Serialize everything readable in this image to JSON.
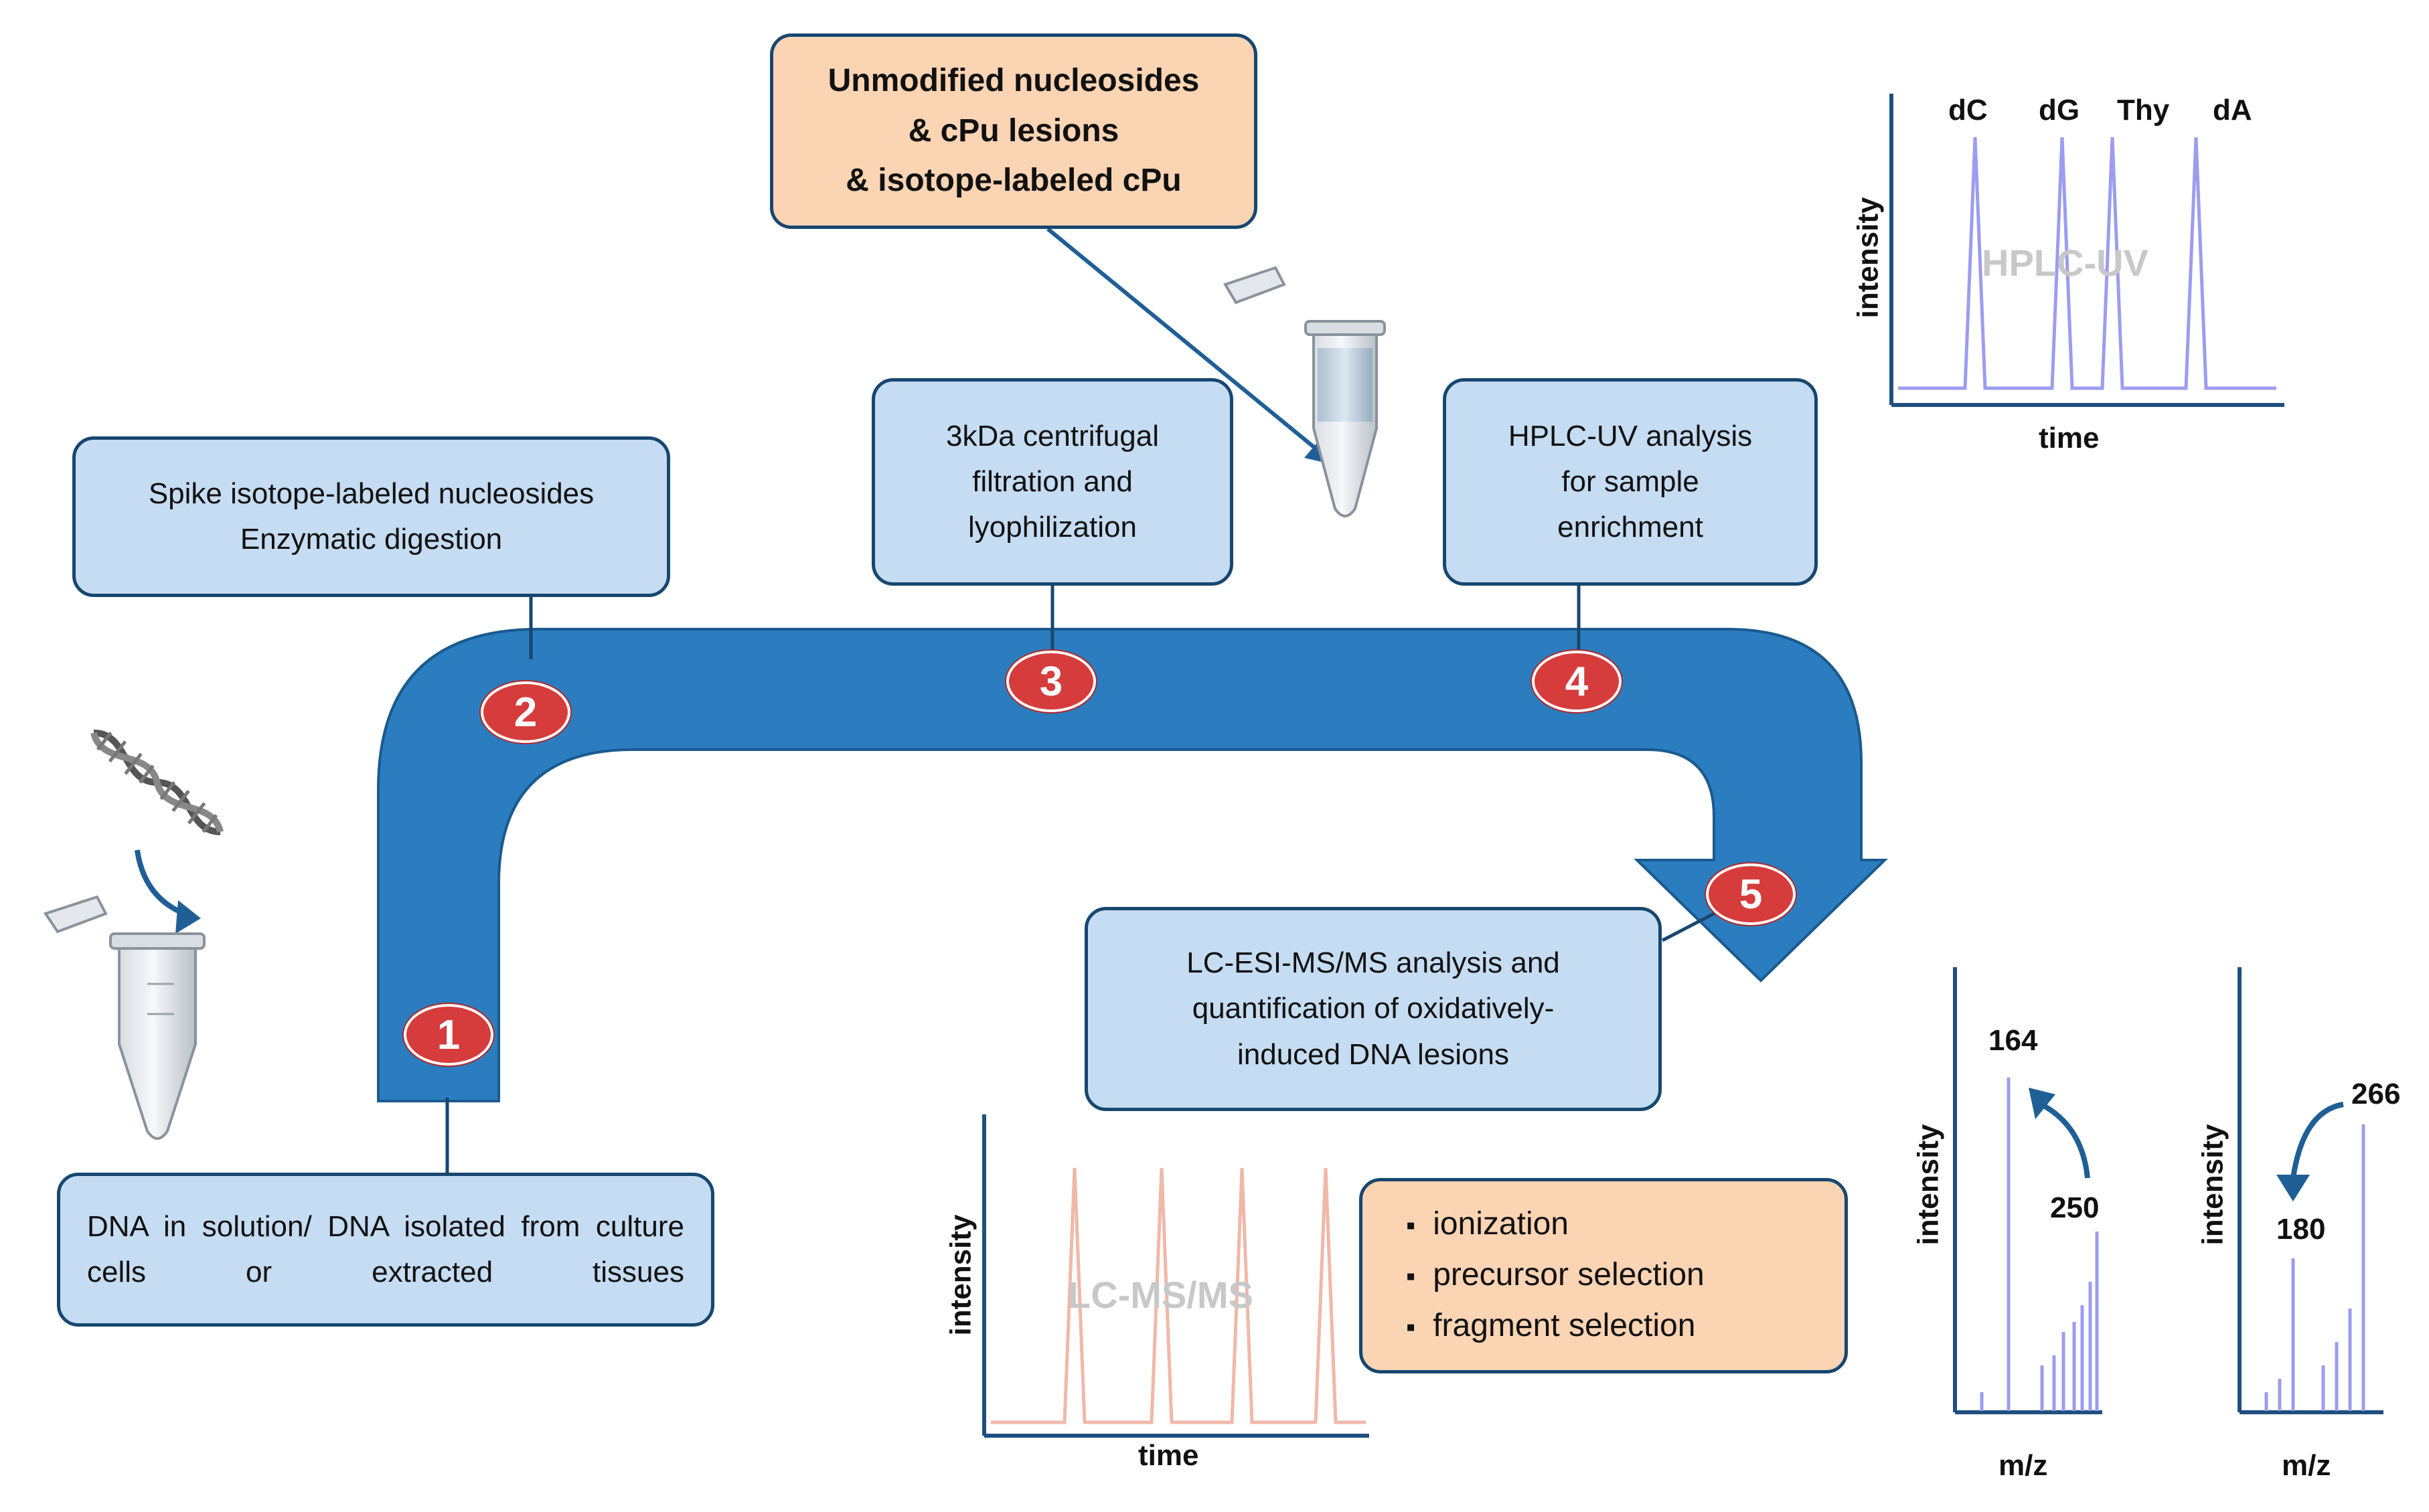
{
  "boxes": {
    "step1": "DNA in solution/ DNA isolated from culture cells or extracted tissues",
    "step2": "Spike isotope-labeled nucleosides\nEnzymatic digestion",
    "step3": "3kDa centrifugal\nfiltration and\nlyophilization",
    "step4": "HPLC-UV analysis\nfor sample\nenrichment",
    "step5": "LC-ESI-MS/MS analysis and\nquantification of oxidatively-\ninduced DNA lesions",
    "standards": "Unmodified nucleosides\n& cPu lesions\n& isotope-labeled cPu"
  },
  "steps": [
    "1",
    "2",
    "3",
    "4",
    "5"
  ],
  "ms_steps": [
    "ionization",
    "precursor selection",
    "fragment selection"
  ],
  "hplc_chart": {
    "watermark": "HPLC-UV",
    "xlabel": "time",
    "ylabel": "intensity",
    "peaks": [
      "dC",
      "dG",
      "Thy",
      "dA"
    ]
  },
  "lcms_chart": {
    "watermark": "LC-MS/MS",
    "xlabel": "time",
    "ylabel": "intensity"
  },
  "ms_spectrum_1": {
    "xlabel": "m/z",
    "ylabel": "intensity",
    "precursor": "250",
    "fragment": "164"
  },
  "ms_spectrum_2": {
    "xlabel": "m/z",
    "ylabel": "intensity",
    "precursor": "266",
    "fragment": "180"
  },
  "colors": {
    "flow_arrow": "#2b7dc0",
    "flow_outline": "#1a5a8e",
    "step_badge": "#d63c3c",
    "box_blue": "#c5dcf2",
    "box_orange": "#fbd4b4",
    "hplc_trace": "#9c9cf0",
    "lcms_trace": "#f0b8a8"
  }
}
